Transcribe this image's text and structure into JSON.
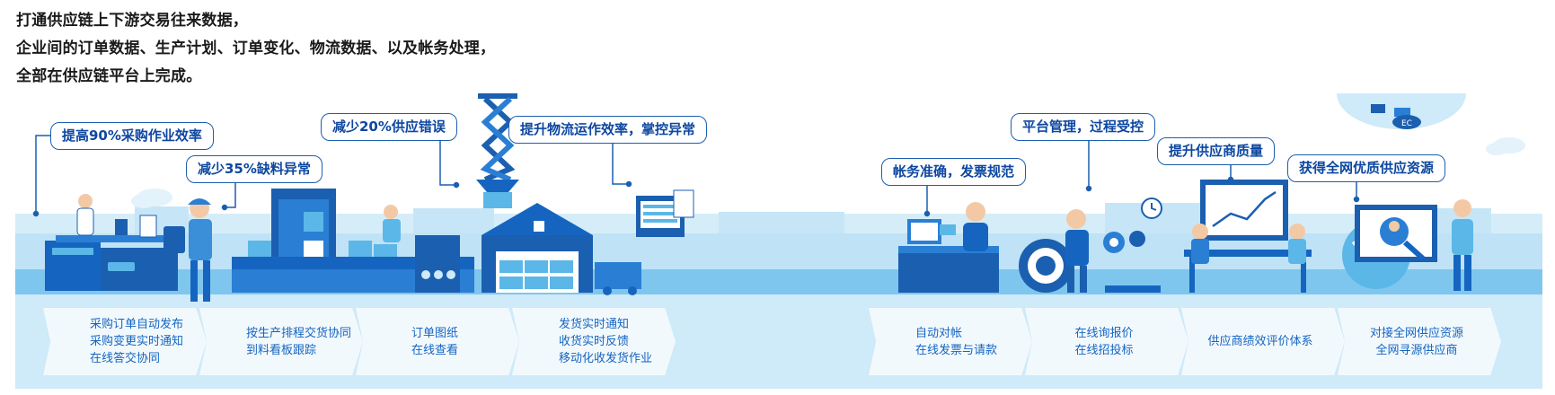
{
  "intro": {
    "lines": [
      "打通供应链上下游交易往来数据，",
      "企业间的订单数据、生产计划、订单变化、物流数据、以及帐务处理，",
      "全部在供应链平台上完成。"
    ]
  },
  "callouts": [
    "提高90%采购作业效率",
    "减少35%缺料异常",
    "减少20%供应错误",
    "提升物流运作效率，掌控异常",
    "帐务准确，发票规范",
    "平台管理，过程受控",
    "提升供应商质量",
    "获得全网优质供应资源"
  ],
  "process_steps": [
    {
      "lines": [
        "采购订单自动发布",
        "采购变更实时通知",
        "在线答交协同"
      ]
    },
    {
      "lines": [
        "按生产排程交货协同",
        "到料看板跟踪"
      ]
    },
    {
      "lines": [
        "订单图纸",
        "在线查看"
      ]
    },
    {
      "lines": [
        "发货实时通知",
        "收货实时反馈",
        "移动化收发货作业"
      ]
    },
    {
      "lines": [
        "自动对帐",
        "在线发票与请款"
      ]
    },
    {
      "lines": [
        "在线询报价",
        "在线招投标"
      ]
    },
    {
      "lines": [
        "供应商绩效评价体系"
      ]
    },
    {
      "lines": [
        "对接全网供应资源",
        "全网寻源供应商"
      ]
    }
  ],
  "icons": {
    "globe_badge": "EC"
  },
  "colors": {
    "primary": "#1b5fb0",
    "light_blue": "#cfeaf8",
    "mid_blue": "#5bb7e8",
    "band_blue": "#9fd4f2",
    "dark_blue": "#0d47a1"
  }
}
